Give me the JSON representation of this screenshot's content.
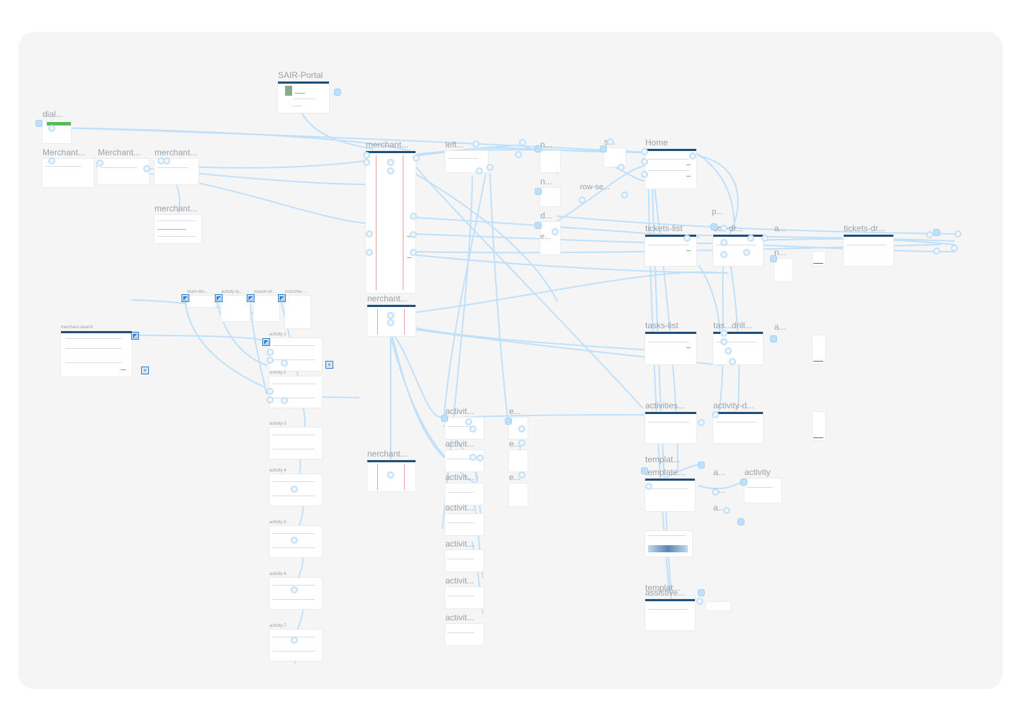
{
  "canvas": {
    "background": "#f5f5f5",
    "wire_color": "#bfe0fb",
    "header_color": "#1f4e79"
  },
  "frames": [
    {
      "id": "sair-portal",
      "label": "SAIR-Portal"
    },
    {
      "id": "dial",
      "label": "dial..."
    },
    {
      "id": "merchant-a",
      "label": "Merchant..."
    },
    {
      "id": "merchant-b",
      "label": "Merchant..."
    },
    {
      "id": "merchant-c",
      "label": "merchant..."
    },
    {
      "id": "merchant-d",
      "label": "merchant..."
    },
    {
      "id": "merchant-main",
      "label": "merchant..."
    },
    {
      "id": "left",
      "label": "left..."
    },
    {
      "id": "n1",
      "label": "n..."
    },
    {
      "id": "s1",
      "label": "s..."
    },
    {
      "id": "home",
      "label": "Home"
    },
    {
      "id": "n2",
      "label": "n..."
    },
    {
      "id": "row-se",
      "label": "row-se..."
    },
    {
      "id": "d1",
      "label": "d..."
    },
    {
      "id": "e1",
      "label": "e..."
    },
    {
      "id": "p1",
      "label": "p..."
    },
    {
      "id": "tickets-list",
      "label": "tickets-list"
    },
    {
      "id": "ticket-dr",
      "label": "tick-dr..."
    },
    {
      "id": "a1",
      "label": "a..."
    },
    {
      "id": "tickets-dr",
      "label": "tickets-dr..."
    },
    {
      "id": "n3",
      "label": "n..."
    },
    {
      "id": "merchant-e",
      "label": "nerchant..."
    },
    {
      "id": "merchant-f",
      "label": "nerchant..."
    },
    {
      "id": "merchant-search",
      "label": "merchant-search"
    },
    {
      "id": "team-dr",
      "label": "team-dro..."
    },
    {
      "id": "activity-ty",
      "label": "activity-ty..."
    },
    {
      "id": "reason-dr",
      "label": "reason-dr..."
    },
    {
      "id": "outcome",
      "label": "outcome-..."
    },
    {
      "id": "activity-1",
      "label": "activity-1"
    },
    {
      "id": "activity-2",
      "label": "activity-2"
    },
    {
      "id": "activity-3",
      "label": "activity-3"
    },
    {
      "id": "activity-4",
      "label": "activity-4"
    },
    {
      "id": "activity-5",
      "label": "activity-5"
    },
    {
      "id": "activity-6",
      "label": "activity-6"
    },
    {
      "id": "activity-7",
      "label": "activity-7"
    },
    {
      "id": "tasks-list",
      "label": "tasks-list"
    },
    {
      "id": "task-drill",
      "label": "tas...drill..."
    },
    {
      "id": "a2",
      "label": "a..."
    },
    {
      "id": "activities",
      "label": "activities..."
    },
    {
      "id": "activity-d",
      "label": "activity-d..."
    },
    {
      "id": "activit-1",
      "label": "activit..."
    },
    {
      "id": "e2",
      "label": "e..."
    },
    {
      "id": "activit-2",
      "label": "activit..."
    },
    {
      "id": "e3",
      "label": "e..."
    },
    {
      "id": "activit-3",
      "label": "activit..."
    },
    {
      "id": "e4",
      "label": "e..."
    },
    {
      "id": "activit-4",
      "label": "activit..."
    },
    {
      "id": "activit-5",
      "label": "activit..."
    },
    {
      "id": "activit-6",
      "label": "activit..."
    },
    {
      "id": "activit-7",
      "label": "activit..."
    },
    {
      "id": "templat-1",
      "label": "templat..."
    },
    {
      "id": "template",
      "label": "template..."
    },
    {
      "id": "a3",
      "label": "a..."
    },
    {
      "id": "a4",
      "label": "a..."
    },
    {
      "id": "a5",
      "label": "a..."
    },
    {
      "id": "activity",
      "label": "activity"
    },
    {
      "id": "templat-2",
      "label": "templat..."
    },
    {
      "id": "assistive",
      "label": "assistive..."
    }
  ]
}
